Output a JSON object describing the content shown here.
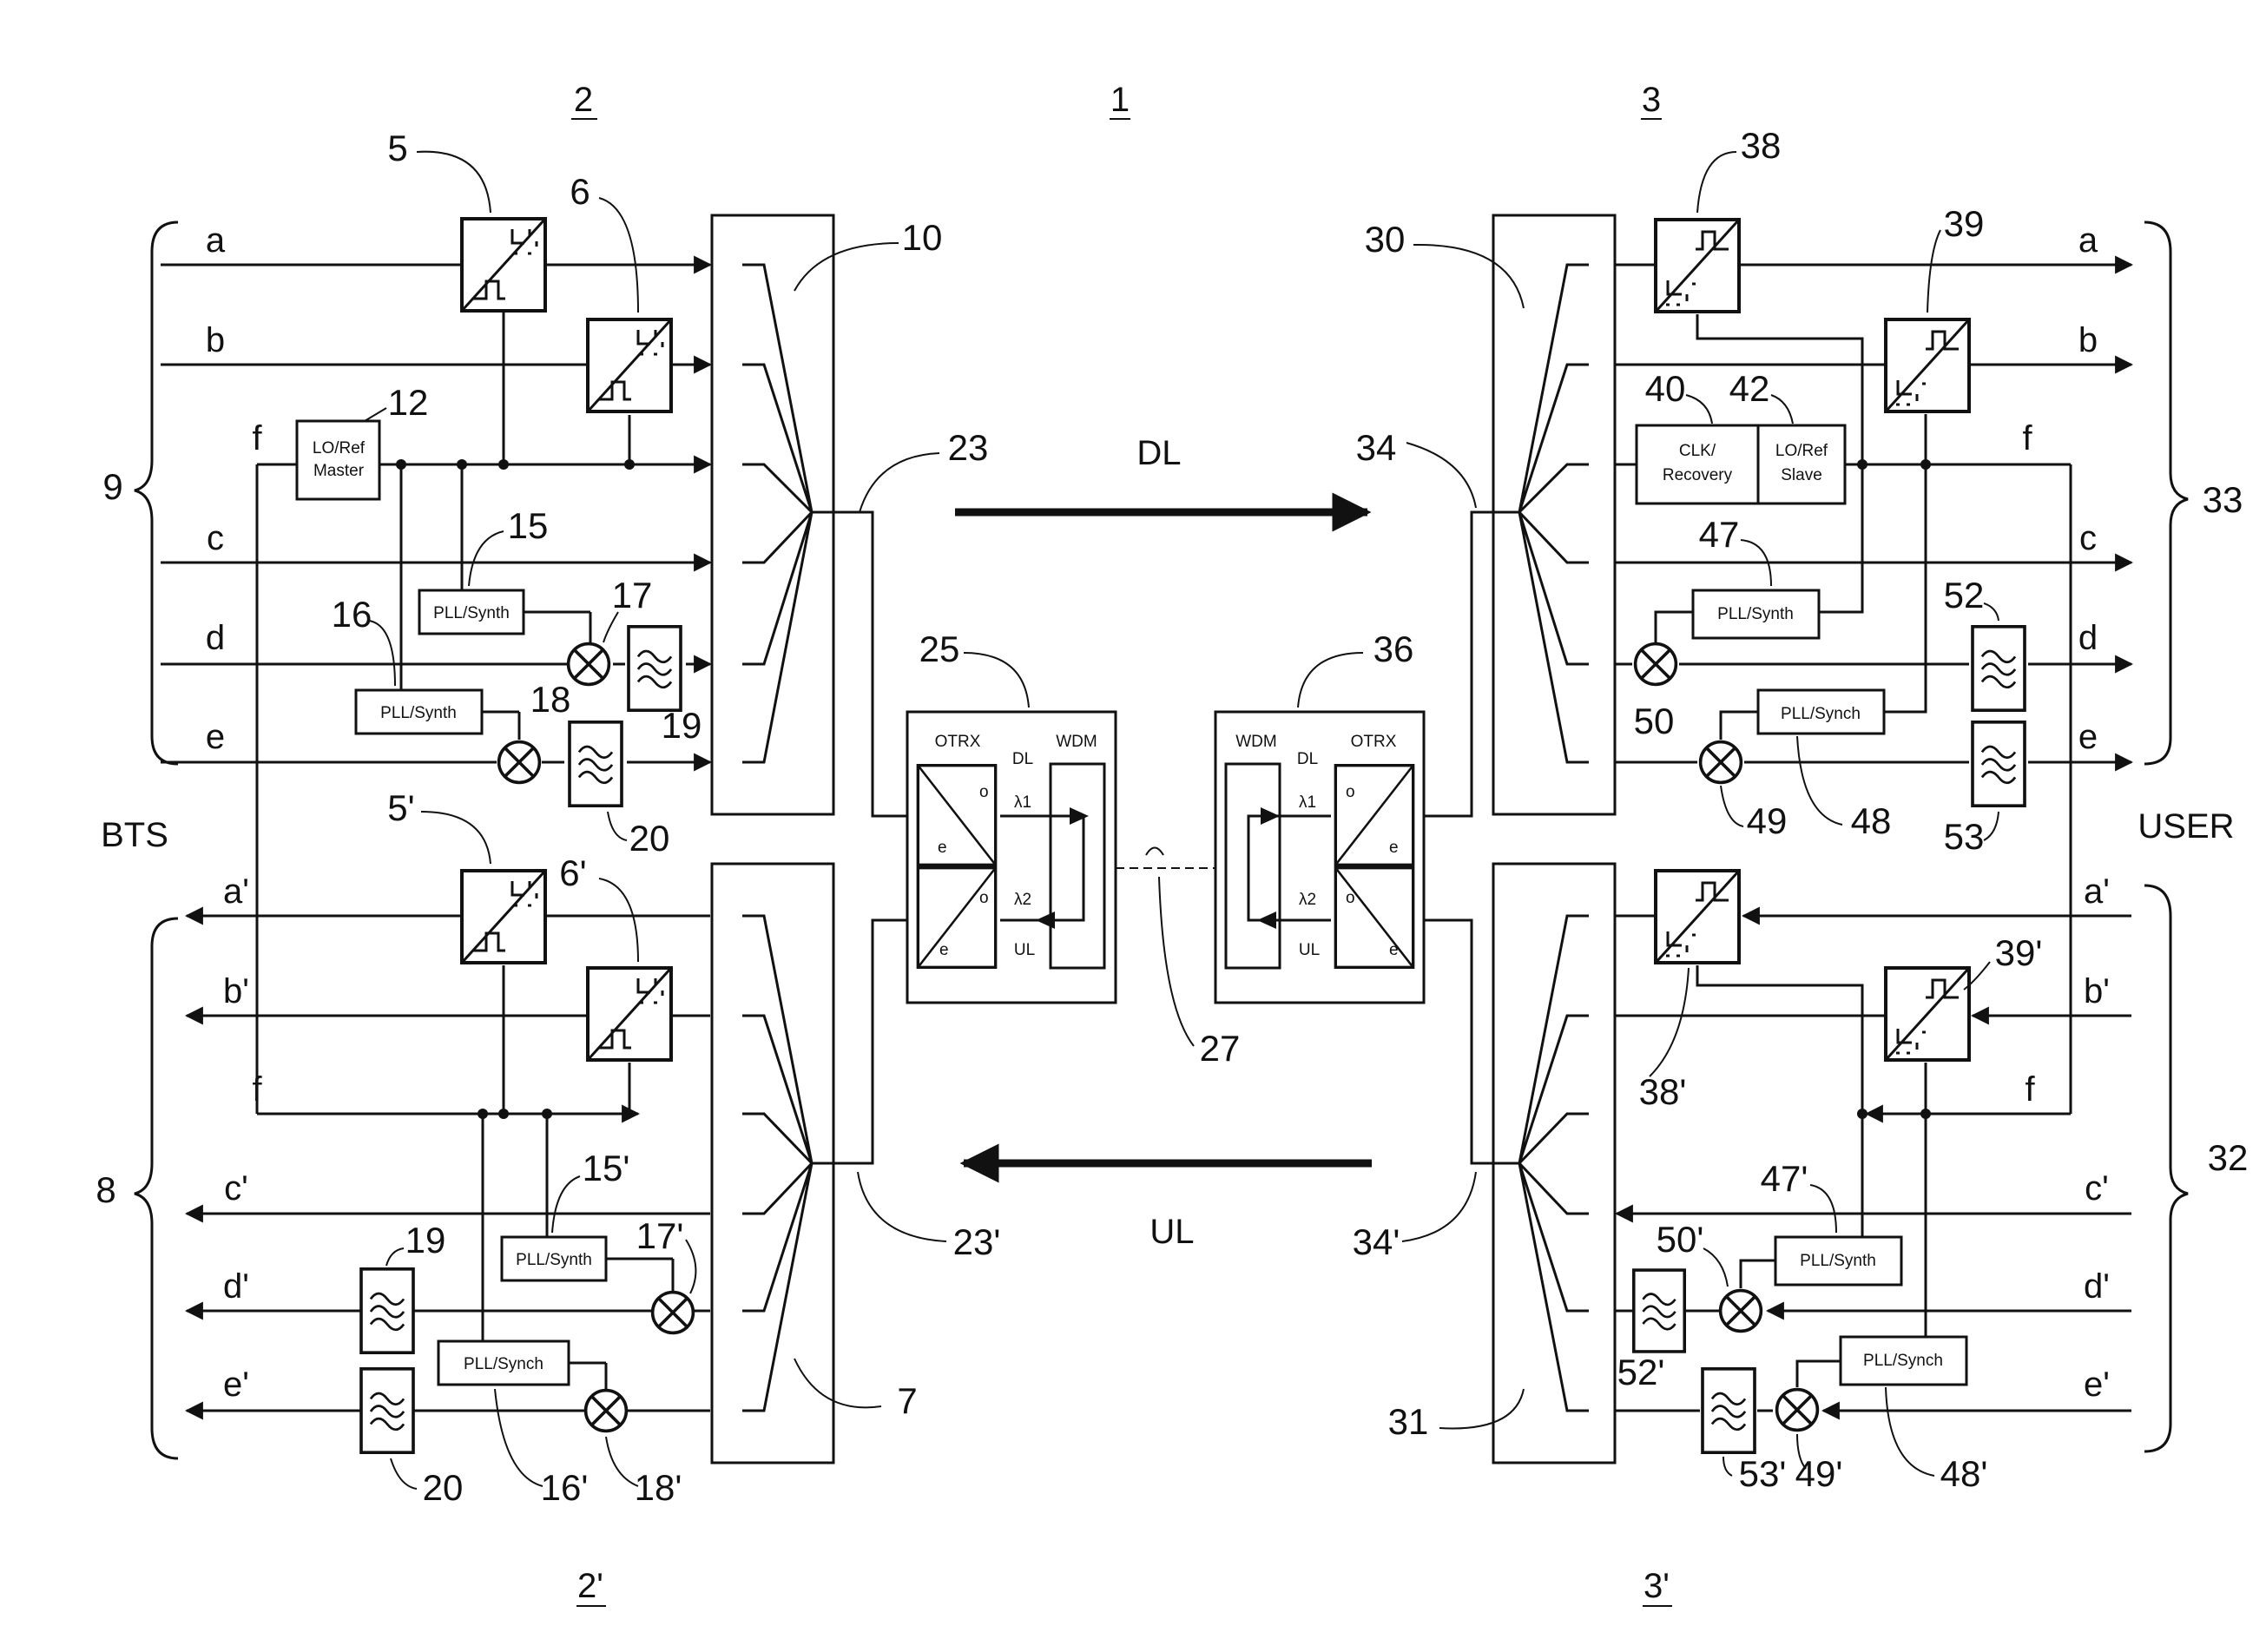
{
  "ref_numbers": {
    "system": "1",
    "bts_unit_dl": "2",
    "bts_unit_ul": "2'",
    "user_unit_dl": "3",
    "user_unit_ul": "3'",
    "n5": "5",
    "n5p": "5'",
    "n6": "6",
    "n6p": "6'",
    "n7": "7",
    "n8": "8",
    "n9": "9",
    "n10": "10",
    "n12": "12",
    "n15": "15",
    "n15p": "15'",
    "n16": "16",
    "n16p": "16'",
    "n17": "17",
    "n17p": "17'",
    "n18": "18",
    "n18p": "18'",
    "n19": "19",
    "n19b": "19",
    "n20": "20",
    "n20b": "20",
    "n23": "23",
    "n23p": "23'",
    "n25": "25",
    "n27": "27",
    "n30": "30",
    "n31": "31",
    "n32": "32",
    "n33": "33",
    "n34": "34",
    "n34p": "34'",
    "n36": "36",
    "n38": "38",
    "n38p": "38'",
    "n39": "39",
    "n39p": "39'",
    "n40": "40",
    "n42": "42",
    "n47": "47",
    "n47p": "47'",
    "n48": "48",
    "n48p": "48'",
    "n49": "49",
    "n49p": "49'",
    "n50": "50",
    "n50p": "50'",
    "n52": "52",
    "n52p": "52'",
    "n53": "53",
    "n53p": "53'"
  },
  "signals": {
    "a": "a",
    "b": "b",
    "c": "c",
    "d": "d",
    "e": "e",
    "f": "f",
    "ap": "a'",
    "bp": "b'",
    "cp": "c'",
    "dp": "d'",
    "ep": "e'"
  },
  "directions": {
    "downlink": "DL",
    "uplink": "UL"
  },
  "sides": {
    "left": "BTS",
    "right": "USER"
  },
  "blocks": {
    "lo_master_line1": "LO/Ref",
    "lo_master_line2": "Master",
    "clk_line1": "CLK/",
    "clk_line2": "Recovery",
    "lo_slave_line1": "LO/Ref",
    "lo_slave_line2": "Slave",
    "pll": "PLL/Synth",
    "pll_alt": "PLL/Synch",
    "otrx": "OTRX",
    "wdm": "WDM",
    "o": "o",
    "e": "e",
    "lambda1": "λ1",
    "lambda2": "λ2",
    "dl_tag": "DL",
    "ul_tag": "UL"
  }
}
